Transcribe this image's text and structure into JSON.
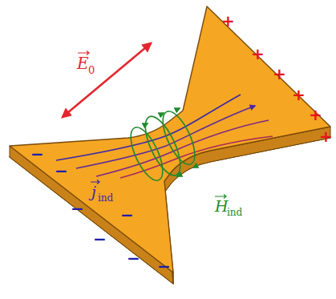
{
  "diagram": {
    "labels": [
      "E",
      "0",
      "j",
      "ind",
      "H",
      "ind",
      "+",
      "+",
      "+",
      "+",
      "+",
      "+",
      "−",
      "−",
      "−",
      "−",
      "−",
      "−",
      "−"
    ]
  }
}
